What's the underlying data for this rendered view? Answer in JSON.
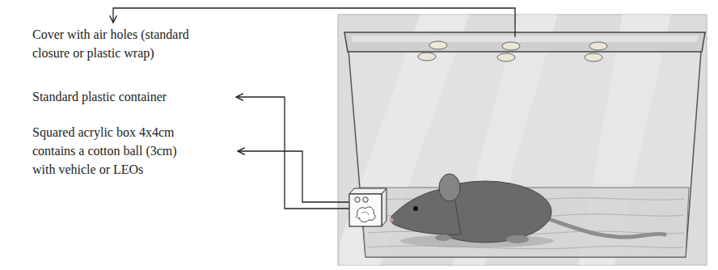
{
  "diagram": {
    "labels": [
      "Cover with air holes (standard closure or plastic wrap)",
      "Standard plastic container",
      "Squared acrylic box 4x4cm contains a cotton ball (3cm) with vehicle or LEOs"
    ]
  }
}
